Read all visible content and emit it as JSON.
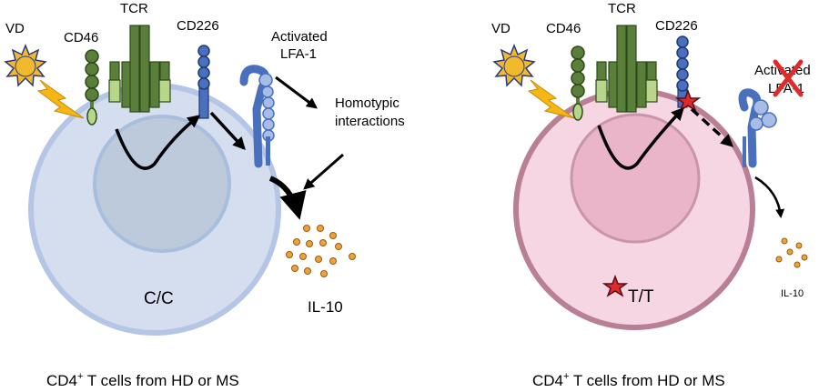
{
  "left_panel": {
    "vd_label": "VD",
    "cd46_label": "CD46",
    "tcr_label": "TCR",
    "cd226_label": "CD226",
    "lfa1_line1": "Activated",
    "lfa1_line2": "LFA-1",
    "homotypic_line1": "Homotypic",
    "homotypic_line2": "interactions",
    "genotype_label": "C/C",
    "il10_label": "IL-10",
    "caption_prefix": "CD4",
    "caption_sup": "+",
    "caption_suffix": " T cells from HD or MS"
  },
  "right_panel": {
    "vd_label": "VD",
    "cd46_label": "CD46",
    "tcr_label": "TCR",
    "cd226_label": "CD226",
    "lfa1_line1": "Activated",
    "lfa1_line2": "LFA-1",
    "genotype_label": "T/T",
    "il10_label": "IL-10",
    "caption_prefix": "CD4",
    "caption_sup": "+",
    "caption_suffix": " T cells from HD or MS"
  },
  "colors": {
    "left_cell_fill": "#d4deef",
    "left_cell_stroke": "#b5c5e6",
    "left_nucleus_fill": "#bccadc",
    "right_cell_fill": "#f6d6e2",
    "right_cell_stroke": "#b87f95",
    "right_nucleus_fill": "#eab5c9",
    "green_receptor": "#5a7f3a",
    "blue_receptor": "#4a6fbd",
    "light_blue": "#a8bde6",
    "sun_fill": "#f0b92e",
    "bolt_fill": "#f4b716",
    "il10_dot": "#f0a23a",
    "star_red": "#e0282e",
    "x_red": "#e02a2a"
  }
}
